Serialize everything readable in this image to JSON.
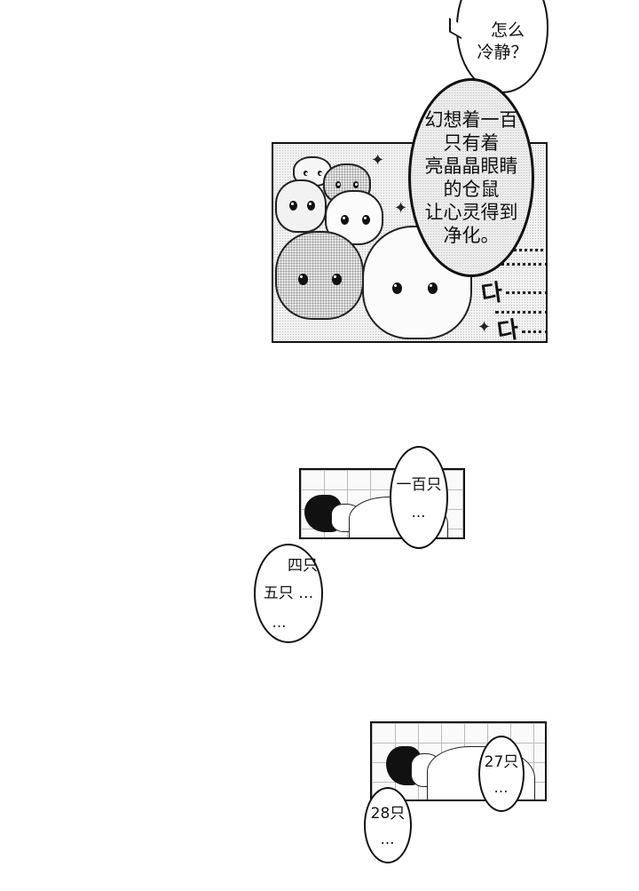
{
  "page": {
    "background": "#ffffff",
    "ink": "#111111"
  },
  "bubbles": {
    "top": {
      "lines": [
        "怎么",
        "冷静？"
      ]
    },
    "fantasy": {
      "lines": [
        "幻想着一百",
        "只有着",
        "亮晶晶眼睛",
        "的仓鼠",
        "让心灵得到",
        "净化。"
      ]
    },
    "hundred": {
      "lines": [
        "一百只"
      ],
      "dots": "…"
    },
    "four_five": {
      "lines": [
        "四只",
        "五只 …"
      ],
      "dots": "…"
    },
    "twenty_seven": {
      "lines": [
        "27只"
      ],
      "dots": "…"
    },
    "twenty_eight": {
      "lines": [
        "28只"
      ],
      "dots": "…"
    }
  },
  "sfx": {
    "da1": "다",
    "da2": "다"
  },
  "panels": {
    "hamsters": {
      "description": "crowd of sparkling-eyed hamsters"
    },
    "man_counting_1": {
      "description": "man lying face down on bed counting"
    },
    "man_counting_2": {
      "description": "man lying face down on bed counting"
    }
  },
  "icons": {
    "sparkle": "✦"
  }
}
